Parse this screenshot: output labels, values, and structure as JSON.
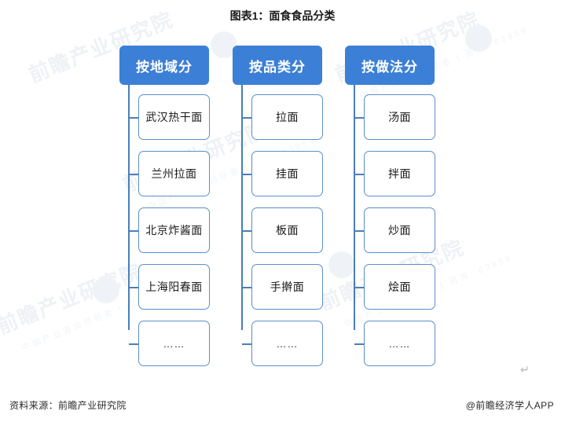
{
  "title": "图表1：面食食品分类",
  "colors": {
    "header_fill": "#3c7fd6",
    "header_text": "#ffffff",
    "box_border": "#5b8fc9",
    "connector": "#4a7ebb",
    "background": "#ffffff",
    "text": "#1a1a1a"
  },
  "enter_mark": "↵",
  "watermark": {
    "main": "前瞻产业研究院",
    "sub": "中国产业咨询领导者 | 咨询: 83959"
  },
  "columns": [
    {
      "header": "按地域分",
      "items": [
        "武汉热干面",
        "兰州拉面",
        "北京炸酱面",
        "上海阳春面",
        "……"
      ]
    },
    {
      "header": "按品类分",
      "items": [
        "拉面",
        "挂面",
        "板面",
        "手擀面",
        "……"
      ]
    },
    {
      "header": "按做法分",
      "items": [
        "汤面",
        "拌面",
        "炒面",
        "烩面",
        "……"
      ]
    }
  ],
  "footer": {
    "source": "资料来源：前瞻产业研究院",
    "brand": "@前瞻经济学人APP"
  }
}
